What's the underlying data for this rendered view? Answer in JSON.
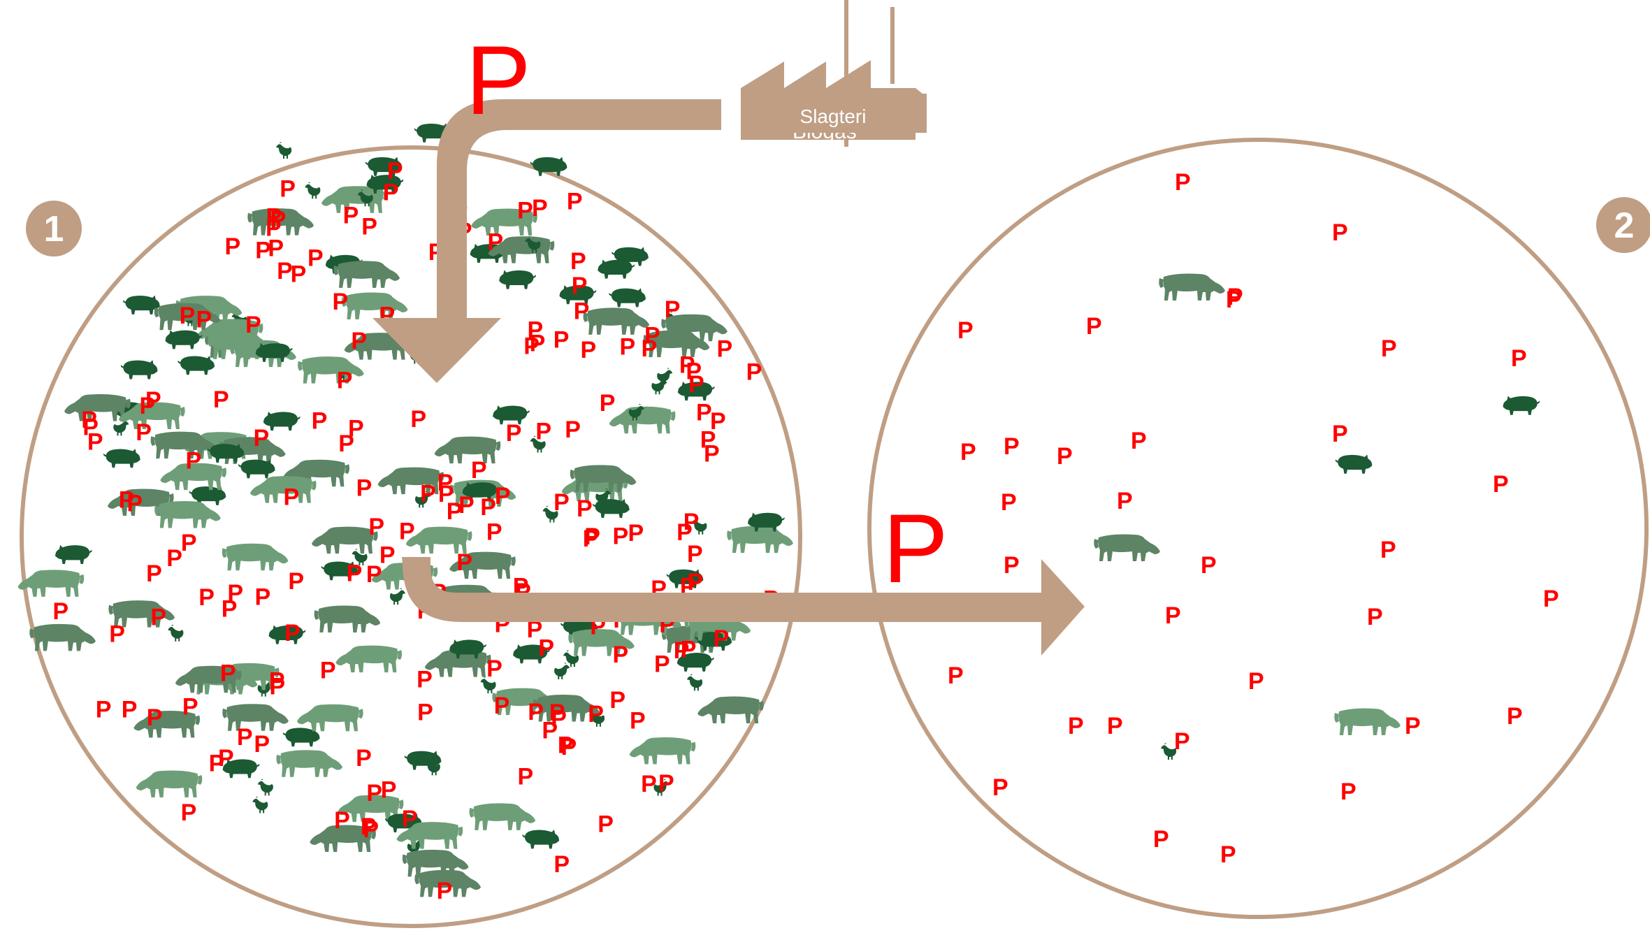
{
  "factory": {
    "label": "Slagteri",
    "partial_label": "Biogas"
  },
  "circles": [
    {
      "number": "1"
    },
    {
      "number": "2"
    }
  ],
  "flow_symbol": "P",
  "phosphorus_symbol": "P",
  "colors": {
    "brown": "#bf9e84",
    "cow_light": "#6e9e78",
    "cow_dark": "#5c8465",
    "pig": "#1b5a33",
    "chicken": "#1b5a33",
    "p_red": "#ff0000"
  },
  "icons": [
    "cow-icon",
    "pig-icon",
    "chicken-icon",
    "factory-icon",
    "arrow-icon"
  ]
}
